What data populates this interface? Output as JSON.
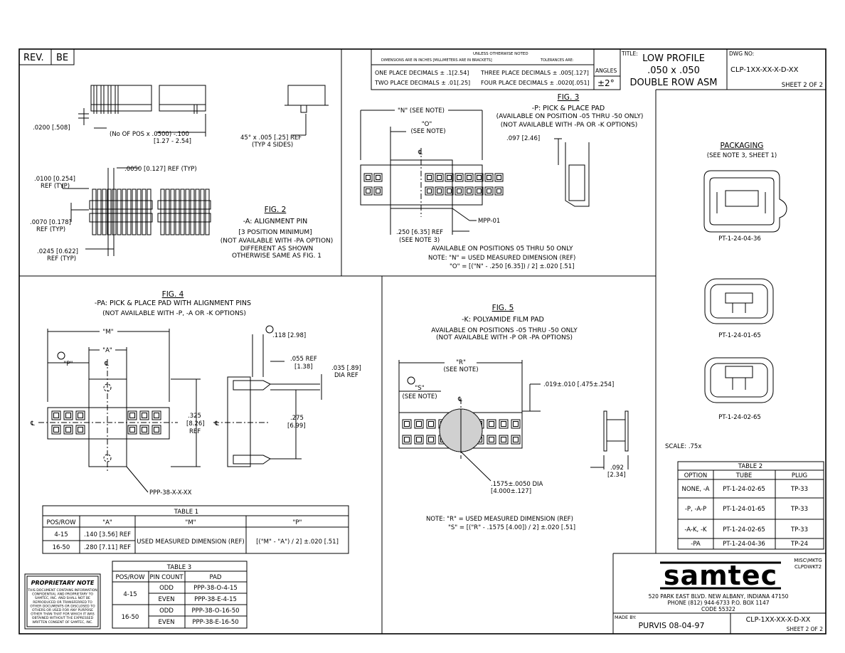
{
  "rev": {
    "label": "REV.",
    "value": "BE"
  },
  "tolerance": {
    "header1": "UNLESS OTHERWISE NOTED",
    "header2": "DIMENSIONS ARE IN INCHES [MILLIMETERS ARE IN BRACKETS]",
    "header3": "TOLERANCES ARE:",
    "one_place": "ONE PLACE DECIMALS ± .1[2.54]",
    "two_place": "TWO PLACE DECIMALS ± .01[.25]",
    "three_place": "THREE PLACE DECIMALS ± .005[.127]",
    "four_place": "FOUR PLACE DECIMALS ± .0020[.051]",
    "angles_label": "ANGLES",
    "angles_value": "±2°"
  },
  "title_block": {
    "title_label": "TITLE:",
    "title_line1": "LOW PROFILE",
    "title_line2": ".050 x .050",
    "title_line3": "DOUBLE ROW ASM",
    "dwg_label": "DWG NO:",
    "dwg_no": "CLP-1XX-XX-X-D-XX",
    "sheet": "SHEET 2 OF 2"
  },
  "fig_top_left": {
    "dim_0200": ".0200 [.508]",
    "dim_pos_formula": "(No OF POS x .0500) -.100",
    "dim_pos_range": "[1.27 - 2.54]",
    "chamfer1": "45° x .005 [.25] REF",
    "chamfer2": "(TYP 4 SIDES)",
    "dim_0050": ".0050 [0.127] REF (TYP)",
    "dim_0100a": ".0100 [0.254]",
    "dim_0100b": "REF (TYP)",
    "dim_0070a": ".0070 [0.178]",
    "dim_0070b": "REF (TYP)",
    "dim_0245a": ".0245 [0.622]",
    "dim_0245b": "REF (TYP)"
  },
  "fig2": {
    "title": "FIG. 2",
    "subtitle": "-A: ALIGNMENT PIN",
    "line1": "[3 POSITION MINIMUM]",
    "line2": "(NOT AVAILABLE WITH -PA OPTION)",
    "line3": "DIFFERENT AS SHOWN",
    "line4": "OTHERWISE SAME AS FIG. 1"
  },
  "fig3": {
    "title": "FIG. 3",
    "subtitle": "-P: PICK & PLACE PAD",
    "line1": "(AVAILABLE ON POSITION -05 THRU -50 ONLY)",
    "line2": "(NOT AVAILABLE WITH -PA OR -K OPTIONS)",
    "dim_n": "\"N\" (SEE NOTE)",
    "dim_o1": "\"O\"",
    "dim_o2": "(SEE NOTE)",
    "dim_097": ".097 [2.46]",
    "mpp": "MPP-01",
    "dim_250a": ".250 [6.35] REF",
    "dim_250b": "(SEE NOTE 3)",
    "avail": "AVAILABLE ON POSITIONS 05 THRU 50 ONLY",
    "note1": "NOTE: \"N\" = USED MEASURED DIMENSION (REF)",
    "note2": "\"O\" = [(\"N\" - .250 [6.35]) / 2] ±.020 [.51]"
  },
  "packaging": {
    "title": "PACKAGING",
    "subtitle": "(SEE NOTE 3, SHEET 1)",
    "tube1": "PT-1-24-04-36",
    "tube2": "PT-1-24-01-65",
    "tube3": "PT-1-24-02-65",
    "scale": "SCALE: .75x"
  },
  "fig4": {
    "title": "FIG. 4",
    "subtitle": "-PA: PICK & PLACE PAD WITH ALIGNMENT PINS",
    "line1": "(NOT AVAILABLE WITH -P, -A OR -K OPTIONS)",
    "dim_m": "\"M\"",
    "dim_a": "\"A\"",
    "dim_p": "\"P\"",
    "dim_118": ".118 [2.98]",
    "dim_055a": ".055 REF",
    "dim_055b": "[1.38]",
    "dim_035a": ".035 [.89]",
    "dim_035b": "DIA REF",
    "dim_325a": ".325",
    "dim_325b": "[8.26]",
    "dim_325c": "REF",
    "dim_275a": ".275",
    "dim_275b": "[6.99]",
    "ppp": "PPP-38-X-X-XX"
  },
  "fig5": {
    "title": "FIG. 5",
    "subtitle": "-K: POLYAMIDE FILM PAD",
    "line1": "AVAILABLE ON POSITIONS -05 THRU -50 ONLY",
    "line2": "(NOT AVAILABLE WITH -P OR -PA OPTIONS)",
    "dim_r1": "\"R\"",
    "dim_r2": "(SEE NOTE)",
    "dim_s1": "\"S\"",
    "dim_s2": "(SEE NOTE)",
    "dim_019": ".019±.010 [.475±.254]",
    "dim_1575a": ".1575±.0050 DIA",
    "dim_1575b": "[4.000±.127]",
    "dim_092a": ".092",
    "dim_092b": "[2.34]",
    "note1": "NOTE: \"R\" = USED MEASURED DIMENSION (REF)",
    "note2": "\"S\" = [(\"R\" - .1575 [4.00]) / 2] ±.020 [.51]"
  },
  "table1": {
    "title": "TABLE 1",
    "headers": [
      "POS/ROW",
      "\"A\"",
      "\"M\"",
      "\"P\""
    ],
    "rows": [
      {
        "pos": "4-15",
        "a": ".140 [3.56] REF"
      },
      {
        "pos": "16-50",
        "a": ".280 [7.11] REF"
      }
    ],
    "m_value": "USED MEASURED DIMENSION (REF)",
    "p_value": "[(\"M\" - \"A\") / 2] ±.020 [.51]"
  },
  "table2": {
    "title": "TABLE 2",
    "headers": [
      "OPTION",
      "TUBE",
      "PLUG"
    ],
    "rows": [
      [
        "NONE, -A",
        "PT-1-24-02-65",
        "TP-33"
      ],
      [
        "-P, -A-P",
        "PT-1-24-01-65",
        "TP-33"
      ],
      [
        "-A-K, -K",
        "PT-1-24-02-65",
        "TP-33"
      ],
      [
        "-PA",
        "PT-1-24-04-36",
        "TP-24"
      ]
    ]
  },
  "table3": {
    "title": "TABLE 3",
    "headers": [
      "POS/ROW",
      "PIN COUNT",
      "PAD"
    ],
    "groups": [
      {
        "pos": "4-15",
        "rows": [
          [
            "ODD",
            "PPP-38-O-4-15"
          ],
          [
            "EVEN",
            "PPP-38-E-4-15"
          ]
        ]
      },
      {
        "pos": "16-50",
        "rows": [
          [
            "ODD",
            "PPP-38-O-16-50"
          ],
          [
            "EVEN",
            "PPP-38-E-16-50"
          ]
        ]
      }
    ]
  },
  "proprietary": {
    "title": "PROPRIETARY NOTE",
    "lines": [
      "THIS DOCUMENT CONTAINS INFORMATION",
      "CONFIDENTIAL AND PROPRIETARY TO",
      "SAMTEC, INC. AND SHALL NOT BE",
      "REPRODUCED OR TRANSFERRED TO",
      "OTHER DOCUMENTS OR DISCLOSED TO",
      "OTHERS OR USED FOR ANY PURPOSE",
      "OTHER THAN THAT FOR WHICH IT WAS",
      "OBTAINED WITHOUT THE EXPRESSED",
      "WRITTEN CONSENT OF SAMTEC, INC."
    ]
  },
  "company": {
    "logo": "samtec",
    "misc1": "MISC\\MKTG",
    "misc2": "CLPDWKT2",
    "address": "520 PARK EAST BLVD.  NEW ALBANY, INDIANA 47150",
    "phone": "PHONE (812) 944-6733  P.O. BOX 1147",
    "code": "CODE 55322",
    "made_by_label": "MADE BY:",
    "made_by": "PURVIS 08-04-97",
    "dwg_no": "CLP-1XX-XX-X-D-XX",
    "sheet": "SHEET 2 OF 2"
  }
}
